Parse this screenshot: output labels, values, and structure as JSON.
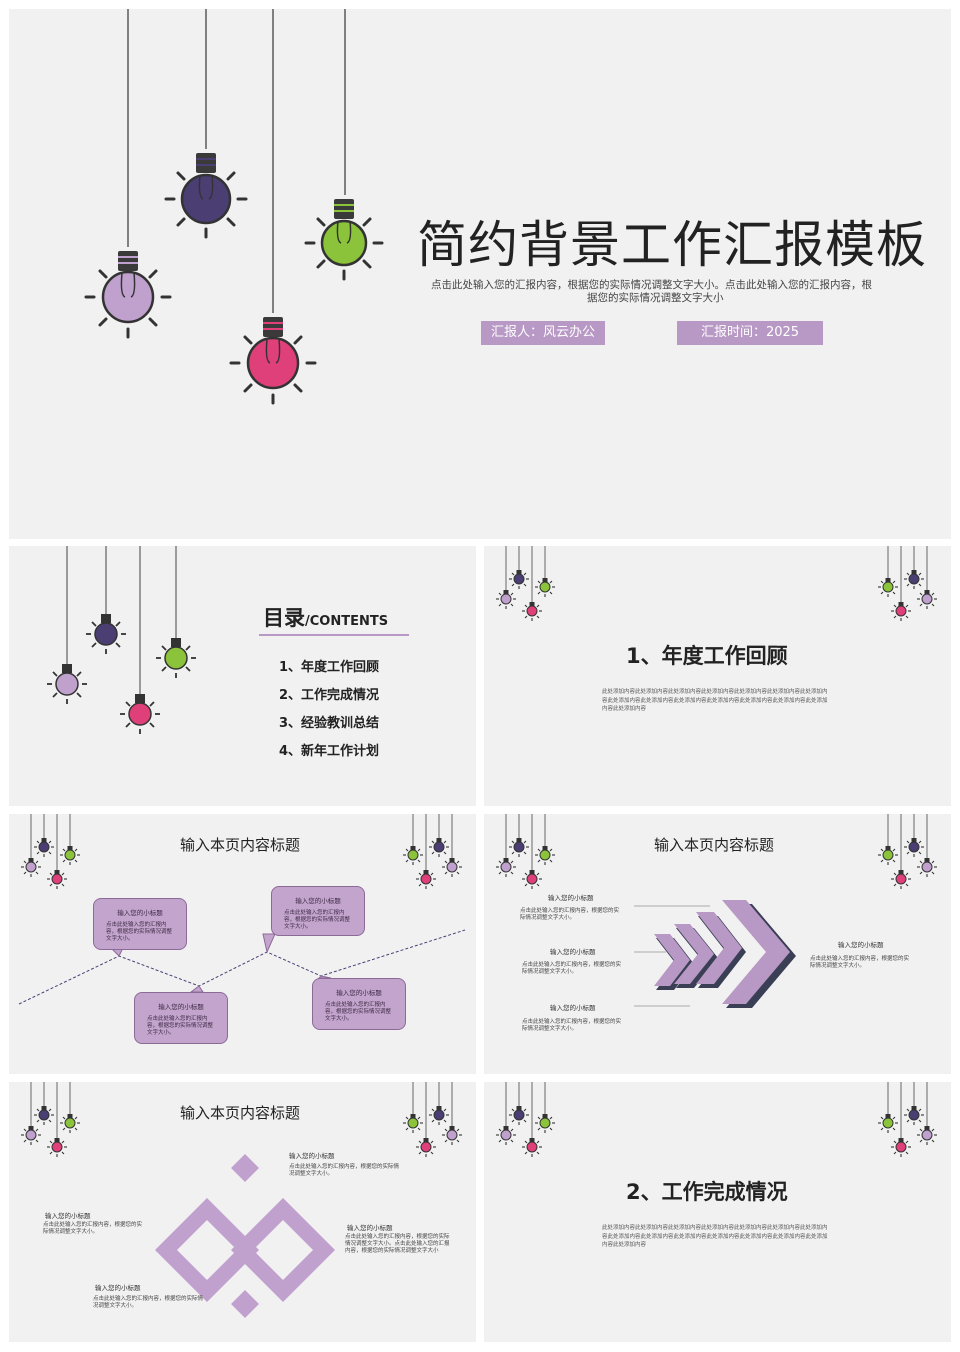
{
  "colors": {
    "slide_bg": "#f2f1f2",
    "accent": "#b898c4",
    "bulb_purple": "#4b3e72",
    "bulb_green": "#8bc43a",
    "bulb_lilac": "#c0a0cc",
    "bulb_pink": "#e0407a",
    "arrow_dark": "#3b3f55"
  },
  "cover": {
    "title": "简约背景工作汇报模板",
    "subtitle_line1": "点击此处输入您的汇报内容，根据您的实际情况调整文字大小。点击此处输入您的汇报内容，根",
    "subtitle_line2": "据您的实际情况调整文字大小",
    "reporter": "汇报人：风云办公",
    "report_time": "汇报时间：2025"
  },
  "contents": {
    "title": "目录",
    "title_en": "/CONTENTS",
    "items": [
      "1、年度工作回顾",
      "2、工作完成情况",
      "3、经验教训总结",
      "4、新年工作计划"
    ]
  },
  "section1": {
    "title": "1、年度工作回顾",
    "body": "此处添加内容此处添加内容此处添加内容此处添加内容此处添加内容此处添加内容此处添加内容此处添加内容此处添加内容此处添加内容此处添加内容此处添加内容此处添加内容此处添加内容此处添加内容"
  },
  "slide_timeline": {
    "title": "输入本页内容标题",
    "items": [
      {
        "subtitle": "输入您的小标题",
        "body": "点击此处输入您的汇报内容，根据您的实际情况调整文字大小。"
      },
      {
        "subtitle": "输入您的小标题",
        "body": "点击此处输入您的汇报内容，根据您的实际情况调整文字大小。"
      },
      {
        "subtitle": "输入您的小标题",
        "body": "点击此处输入您的汇报内容，根据您的实际情况调整文字大小。"
      },
      {
        "subtitle": "输入您的小标题",
        "body": "点击此处输入您的汇报内容，根据您的实际情况调整文字大小。"
      }
    ]
  },
  "slide_arrows": {
    "title": "输入本页内容标题",
    "left_items": [
      {
        "subtitle": "输入您的小标题",
        "body": "点击此处输入您的汇报内容，根据您的实际情况调整文字大小。"
      },
      {
        "subtitle": "输入您的小标题",
        "body": "点击此处输入您的汇报内容，根据您的实际情况调整文字大小。"
      },
      {
        "subtitle": "输入您的小标题",
        "body": "点击此处输入您的汇报内容，根据您的实际情况调整文字大小。"
      }
    ],
    "right_item": {
      "subtitle": "输入您的小标题",
      "body": "点击此处输入您的汇报内容，根据您的实际情况调整文字大小。"
    }
  },
  "slide_diamonds": {
    "title": "输入本页内容标题",
    "items": [
      {
        "subtitle": "输入您的小标题",
        "body": "点击此处输入您的汇报内容，根据您的实际情况调整文字大小。"
      },
      {
        "subtitle": "输入您的小标题",
        "body": "点击此处输入您的汇报内容，根据您的实际情况调整文字大小。"
      },
      {
        "subtitle": "输入您的小标题",
        "body": "点击此处输入您的汇报内容，根据您的实际情况调整文字大小。点击此处输入您的汇报内容，根据您的实际情况调整文字大小"
      },
      {
        "subtitle": "输入您的小标题",
        "body": "点击此处输入您的汇报内容，根据您的实际情况调整文字大小。"
      }
    ]
  },
  "section2": {
    "title": "2、工作完成情况",
    "body": "此处添加内容此处添加内容此处添加内容此处添加内容此处添加内容此处添加内容此处添加内容此处添加内容此处添加内容此处添加内容此处添加内容此处添加内容此处添加内容此处添加内容此处添加内容"
  }
}
